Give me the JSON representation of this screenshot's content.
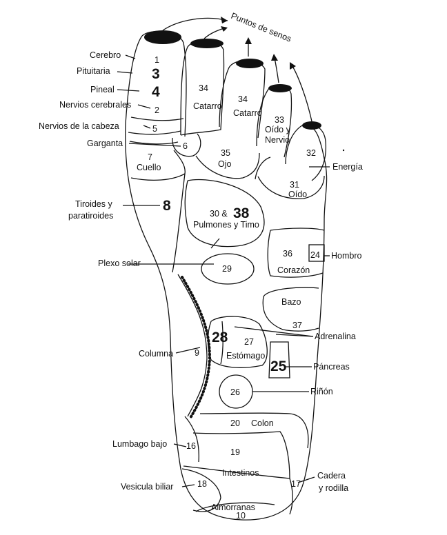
{
  "diagram": {
    "sinus_label": "Puntos de senos",
    "left_labels": {
      "cerebro": "Cerebro",
      "pituitaria": "Pituitaria",
      "pineal": "Pineal",
      "nervios_cerebrales": "Nervios cerebrales",
      "nervios_cabeza": "Nervios de la cabeza",
      "garganta": "Garganta",
      "tiroides_1": "Tiroides y",
      "tiroides_2": "paratiroides",
      "plexo_solar": "Plexo solar",
      "columna": "Columna",
      "lumbago": "Lumbago bajo",
      "vesicula": "Vesicula biliar"
    },
    "right_labels": {
      "energia": "Energía",
      "hombro": "Hombro",
      "adrenalina": "Adrenalina",
      "pancreas": "Páncreas",
      "rinon": "Riñón",
      "cadera_1": "Cadera",
      "cadera_2": "y rodilla"
    },
    "zone_numbers": {
      "n1": "1",
      "n3": "3",
      "n4": "4",
      "n2": "2",
      "n5": "5",
      "n6": "6",
      "n7": "7",
      "n8": "8",
      "n34a": "34",
      "n34b": "34",
      "n33": "33",
      "n32": "32",
      "n35": "35",
      "n31": "31",
      "n30": "30 &",
      "n38": "38",
      "n36": "36",
      "n24": "24",
      "n29": "29",
      "n37": "37",
      "n28": "28",
      "n27": "27",
      "n25": "25",
      "n9": "9",
      "n26": "26",
      "n20": "20",
      "n19": "19",
      "n16": "16",
      "n18": "18",
      "n17": "17",
      "n10": "10"
    },
    "zone_names": {
      "catarro_a": "Catarro",
      "catarro_b": "Catarro",
      "oido_nervio_1": "Oído y",
      "oido_nervio_2": "Nervio",
      "cuello": "Cuello",
      "ojo": "Ojo",
      "oido": "Oído",
      "pulmones": "Pulmones y Timo",
      "corazon": "Corazón",
      "bazo": "Bazo",
      "estomago": "Estómago",
      "colon": "Colon",
      "intestinos": "Intestinos",
      "almorranas": "Almorranas"
    }
  }
}
